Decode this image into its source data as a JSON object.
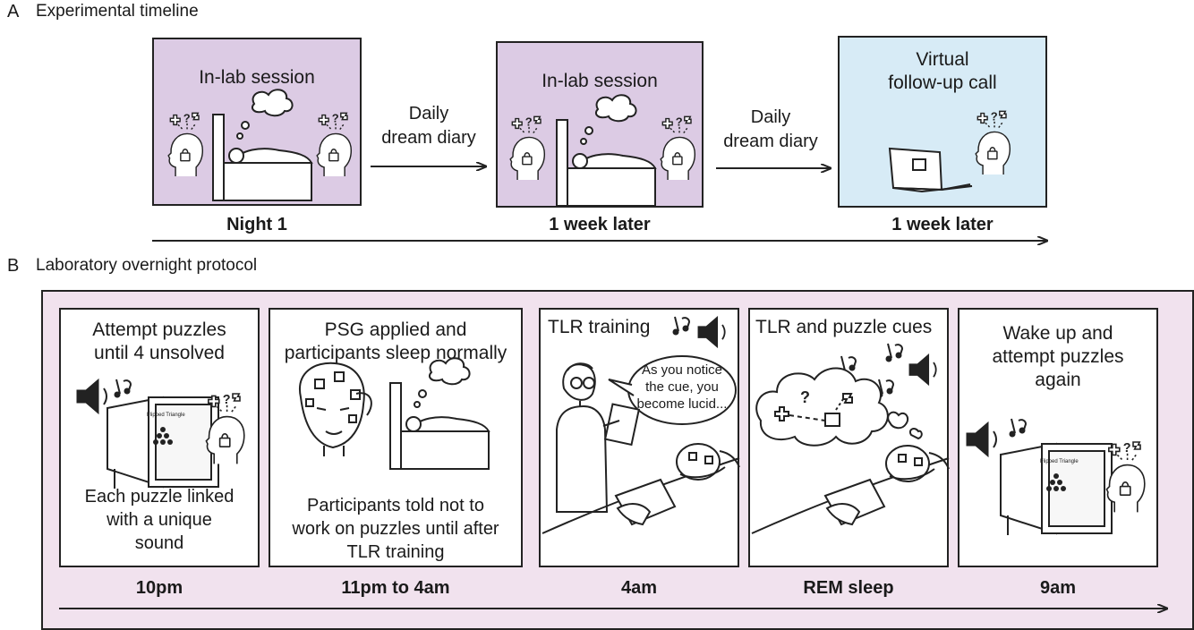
{
  "section_a": {
    "letter": "A",
    "title": "Experimental timeline"
  },
  "section_b": {
    "letter": "B",
    "title": "Laboratory overnight protocol"
  },
  "timeline_a": {
    "boxes": [
      {
        "title": "In-lab session",
        "label": "Night 1"
      },
      {
        "title": "In-lab session",
        "label": "1 week later"
      },
      {
        "title": "Virtual\nfollow-up call",
        "label": "1 week later"
      }
    ],
    "arrows": [
      "Daily\ndream diary",
      "Daily\ndream diary"
    ],
    "colors": {
      "lab_box": "#dccbe4",
      "virtual_box": "#d7ebf6"
    }
  },
  "protocol_b": {
    "background": "#f1e2ee",
    "panels": [
      {
        "title": "Attempt puzzles\nuntil 4 unsolved",
        "bottom": "Each puzzle linked\nwith a unique\nsound",
        "label": "10pm",
        "screen_text": "Flipped Triangle"
      },
      {
        "title": "PSG applied and\nparticipants sleep normally",
        "bottom": "Participants told not to\nwork on puzzles until after\nTLR training",
        "label": "11pm to 4am"
      },
      {
        "title": "TLR training",
        "speech": "As you notice\nthe cue, you\nbecome lucid...",
        "label": "4am"
      },
      {
        "title": "TLR and puzzle cues",
        "label": "REM sleep"
      },
      {
        "title": "Wake up and\nattempt puzzles\nagain",
        "label": "9am",
        "screen_text": "Flipped Triangle"
      }
    ]
  }
}
